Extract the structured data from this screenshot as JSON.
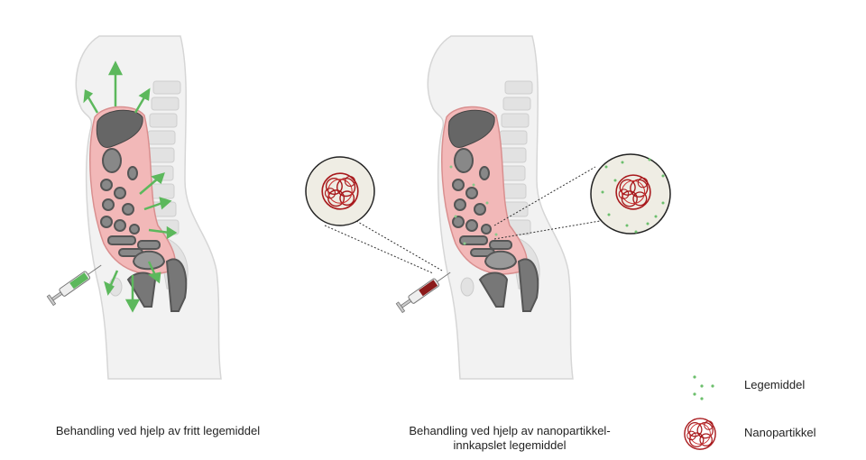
{
  "captions": {
    "free_drug": "Behandling ved hjelp av fritt legemiddel",
    "nano_line1": "Behandling ved hjelp av nanopartikkel-",
    "nano_line2": "innkapslet legemiddel"
  },
  "legend": {
    "drug": "Legemiddel",
    "nanoparticle": "Nanopartikkel"
  },
  "colors": {
    "drug_green": "#5cb85c",
    "nanoparticle_red": "#a8191c",
    "tissue_pink": "#f2b8b8",
    "organ_gray": "#6a6a6a"
  }
}
